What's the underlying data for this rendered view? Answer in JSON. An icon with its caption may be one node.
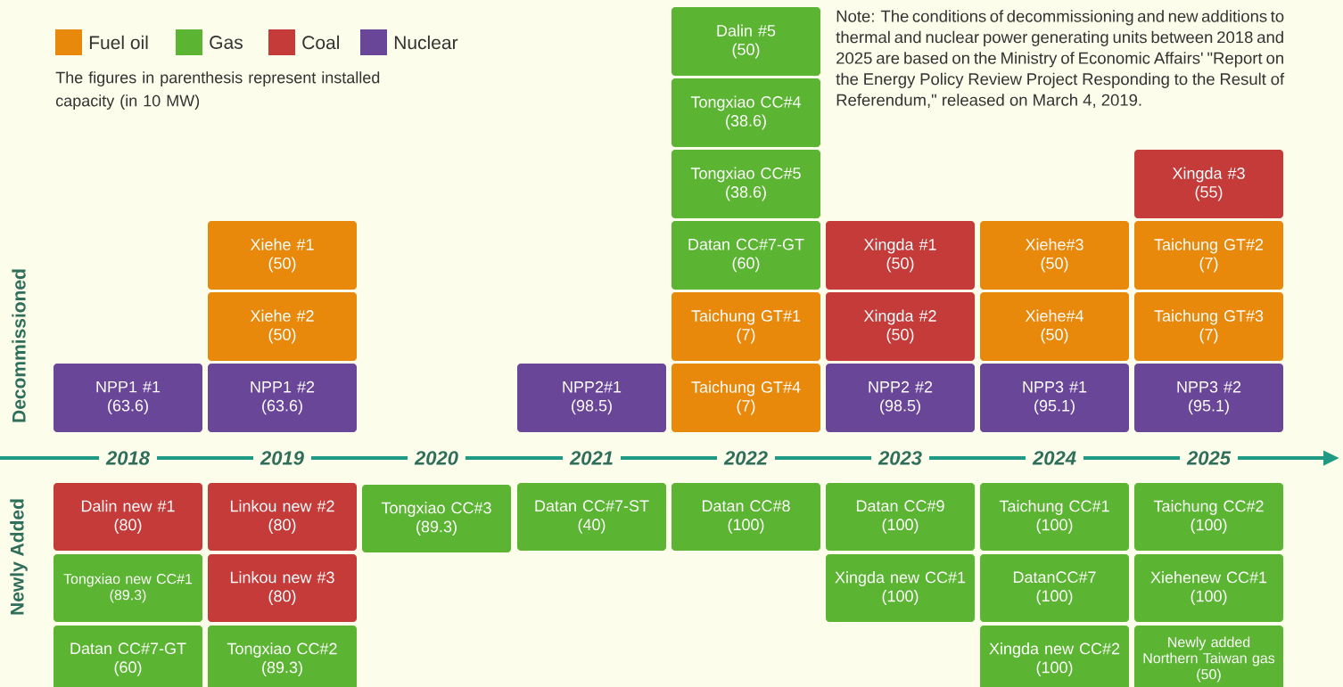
{
  "diagram": {
    "nodes": [
      {
        "text": [
          "NPP1 #1",
          "(63.6)"
        ]
      },
      {
        "text": [
          "Xiehe #1",
          "(50)"
        ]
      },
      {
        "text": [
          "Xiehe #2",
          "(50)"
        ]
      },
      {
        "text": [
          "NPP1 #2",
          "(63.6)"
        ]
      },
      {
        "text": [
          "NPP2#1",
          "(98.5)"
        ]
      },
      {
        "text": [
          "Dalin #5",
          "(50)"
        ]
      },
      {
        "text": [
          "Tongxiao CC#4",
          "(38.6)"
        ]
      },
      {
        "text": [
          "Tongxiao CC#5",
          "(38.6)"
        ]
      },
      {
        "text": [
          "Datan CC#7-GT",
          "(60)"
        ]
      },
      {
        "text": [
          "Taichung GT#1",
          "(7)"
        ]
      },
      {
        "text": [
          "Taichung GT#4",
          "(7)"
        ]
      },
      {
        "text": [
          "Xingda #1",
          "(50)"
        ]
      },
      {
        "text": [
          "Xingda #2",
          "(50)"
        ]
      },
      {
        "text": [
          "NPP2 #2",
          "(98.5)"
        ]
      },
      {
        "text": [
          "Xiehe#3",
          "(50)"
        ]
      },
      {
        "text": [
          "Xiehe#4",
          "(50)"
        ]
      },
      {
        "text": [
          "NPP3 #1",
          "(95.1)"
        ]
      },
      {
        "text": [
          "Xingda #3",
          "(55)"
        ]
      },
      {
        "text": [
          "Taichung GT#2",
          "(7)"
        ]
      },
      {
        "text": [
          "Taichung GT#3",
          "(7)"
        ]
      },
      {
        "text": [
          "NPP3 #2",
          "(95.1)"
        ]
      },
      {
        "text": [
          "Dalin new #1",
          "(80)"
        ]
      },
      {
        "text": [
          "Tongxiao new CC#1",
          "(89.3)"
        ]
      },
      {
        "text": [
          "Datan CC#7-GT",
          "(60)"
        ]
      },
      {
        "text": [
          "Linkou new #2",
          "(80)"
        ]
      },
      {
        "text": [
          "Linkou new #3",
          "(80)"
        ]
      },
      {
        "text": [
          "Tongxiao CC#2",
          "(89.3)"
        ]
      },
      {
        "text": [
          "Tongxiao CC#3",
          "(89.3)"
        ]
      },
      {
        "text": [
          "Datan CC#7-ST",
          "(40)"
        ]
      },
      {
        "text": [
          "Datan CC#8",
          "(100)"
        ]
      },
      {
        "text": [
          "Datan CC#9",
          "(100)"
        ]
      },
      {
        "text": [
          "Xingda new CC#1",
          "(100)"
        ]
      },
      {
        "text": [
          "Taichung CC#1",
          "(100)"
        ]
      },
      {
        "text": [
          "DatanCC#7",
          "(100)"
        ]
      },
      {
        "text": [
          "Xingda new CC#2",
          "(100)"
        ]
      },
      {
        "text": [
          "Taichung CC#2",
          "(100)"
        ]
      },
      {
        "text": [
          "Xiehenew CC#1",
          "(100)"
        ]
      },
      {
        "text": [
          "Newly added Northern Taiwan gas",
          "(50)"
        ]
      }
    ],
    "labels": [
      "Note: The conditions of decommissioning and new additions to thermal and nuclear power generating units between 2018 and 2025 are based on the Ministry of Economic Affairs' \"Report on the Energy Policy Review Project Responding to the Result of Referendum,\" released on March 4, 2019.",
      "The figures in parenthesis represent installed capacity (in 10 MW)",
      "Decommissioned",
      "2018",
      "2019",
      "2020",
      "2021",
      "2022",
      "2023",
      "2024",
      "2025",
      "Newly Added"
    ],
    "legend": [
      {
        "text": "Fuel oil",
        "color": "#e8890c"
      },
      {
        "text": "Gas",
        "color": "#5bb432"
      },
      {
        "text": "Coal",
        "color": "#c43b3a"
      },
      {
        "text": "Nuclear",
        "color": "#6a4699"
      }
    ]
  }
}
